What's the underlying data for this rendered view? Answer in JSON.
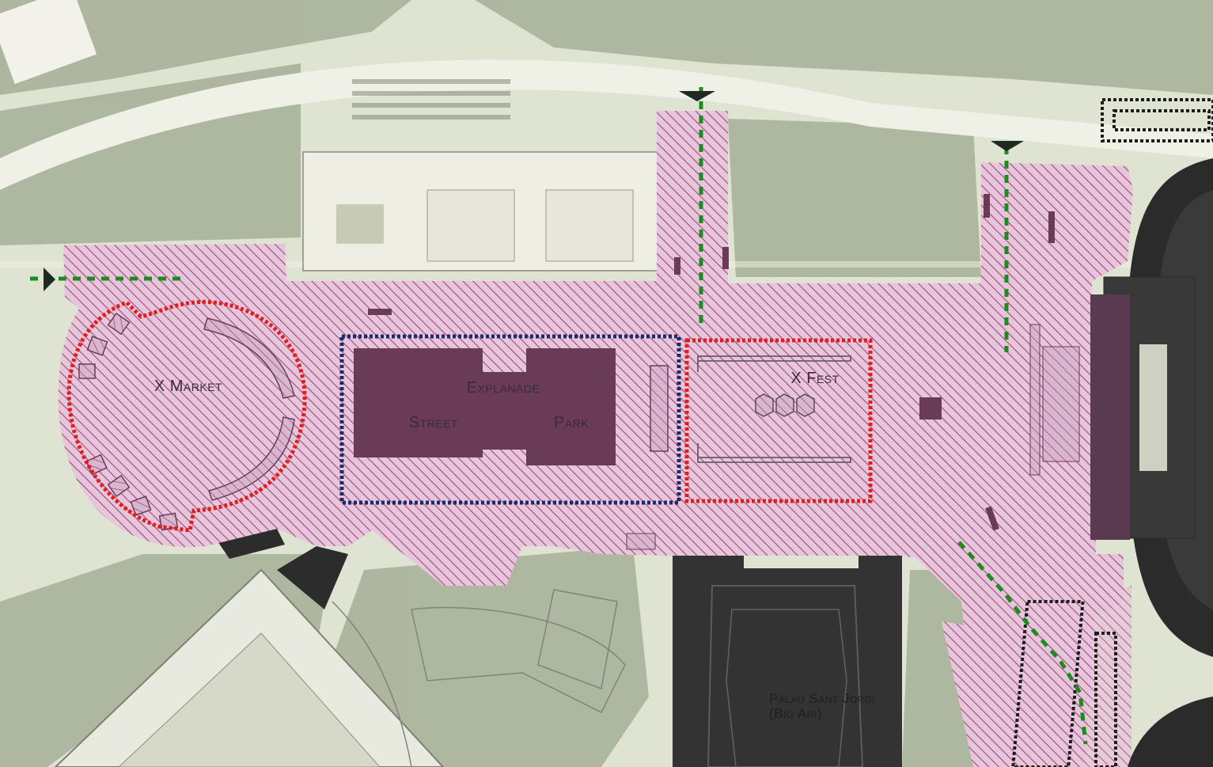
{
  "map": {
    "labels": {
      "x_market": "X Market",
      "explanade": "Explanade",
      "street": "Street",
      "park": "Park",
      "x_fest": "X Fest",
      "palau_line1": "Palau Sant Jordi",
      "palau_line2": "(Big Air)"
    },
    "colors": {
      "aerial_base": "#dfe3d2",
      "tree_cover": "#9ea88f",
      "hatch_fill": "#e6c6dc",
      "hatch_line": "#a8466f",
      "building_dark": "#6a3b56",
      "zone_red": "#e11d1d",
      "zone_navy": "#1b2a6a",
      "route_green": "#1f8a1f",
      "arena_dark": "#2f2f2f",
      "entry_arrow": "#1f2a22"
    },
    "icons": {
      "entry_arrow": "entry-arrow-icon",
      "route": "walking-route-line"
    }
  }
}
